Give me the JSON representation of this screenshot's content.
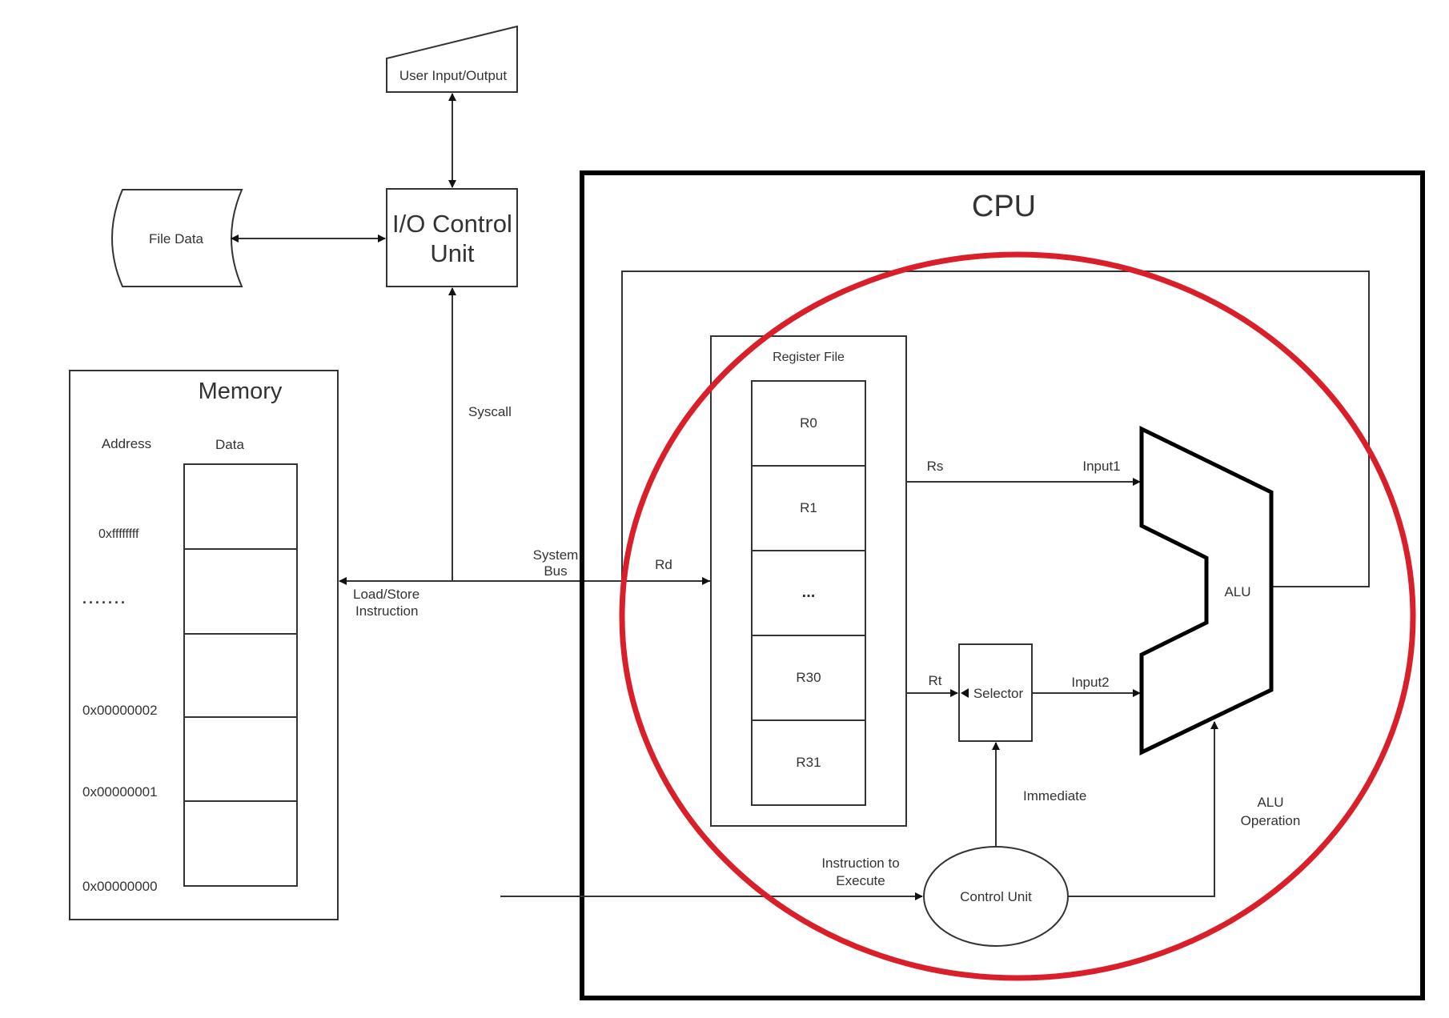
{
  "title": "CPU",
  "memory": {
    "title": "Memory",
    "address_header": "Address",
    "data_header": "Data",
    "addresses": [
      "0xffffffff",
      ".......",
      "0x00000002",
      "0x00000001",
      "0x00000000"
    ]
  },
  "io": {
    "user_io": "User Input/Output",
    "file_data": "File Data",
    "control_unit_line1": "I/O Control",
    "control_unit_line2": "Unit",
    "syscall": "Syscall"
  },
  "bus": {
    "system_bus_line1": "System",
    "system_bus_line2": "Bus",
    "load_store_line1": "Load/Store",
    "load_store_line2": "Instruction",
    "rd": "Rd"
  },
  "register_file": {
    "title": "Register File",
    "registers": [
      "R0",
      "R1",
      "...",
      "R30",
      "R31"
    ]
  },
  "datapath": {
    "rs": "Rs",
    "rt": "Rt",
    "input1": "Input1",
    "input2": "Input2",
    "selector": "Selector",
    "alu": "ALU",
    "immediate": "Immediate",
    "alu_op_line1": "ALU",
    "alu_op_line2": "Operation",
    "control_unit": "Control Unit",
    "instr_line1": "Instruction to",
    "instr_line2": "Execute"
  },
  "colors": {
    "highlight": "#d9202a",
    "line": "#333333",
    "border": "#000000"
  }
}
